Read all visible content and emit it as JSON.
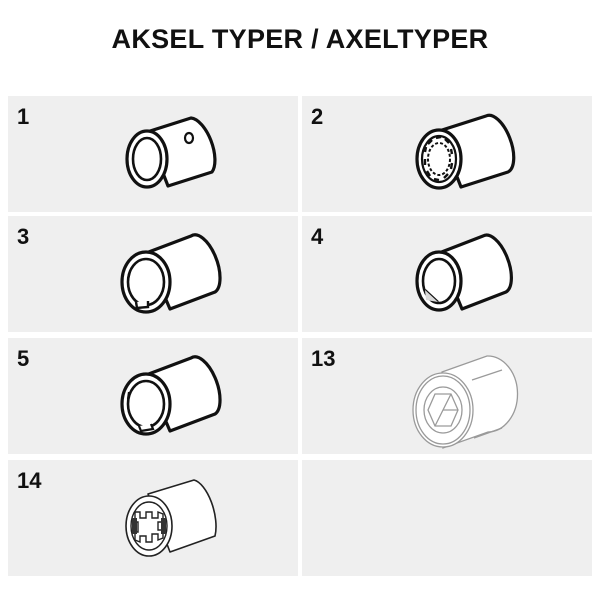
{
  "title": "AKSEL TYPER / AXELTYPER",
  "cells": [
    {
      "number": "1",
      "icon": "cross-hole-icon"
    },
    {
      "number": "2",
      "icon": "spline-bore-icon"
    },
    {
      "number": "3",
      "icon": "keyway-bore-icon"
    },
    {
      "number": "4",
      "icon": "d-flat-bore-icon"
    },
    {
      "number": "5",
      "icon": "double-d-bore-icon"
    },
    {
      "number": "13",
      "icon": "hex-bore-icon"
    },
    {
      "number": "14",
      "icon": "coarse-spline-bore-icon"
    },
    {
      "number": "",
      "icon": ""
    }
  ]
}
